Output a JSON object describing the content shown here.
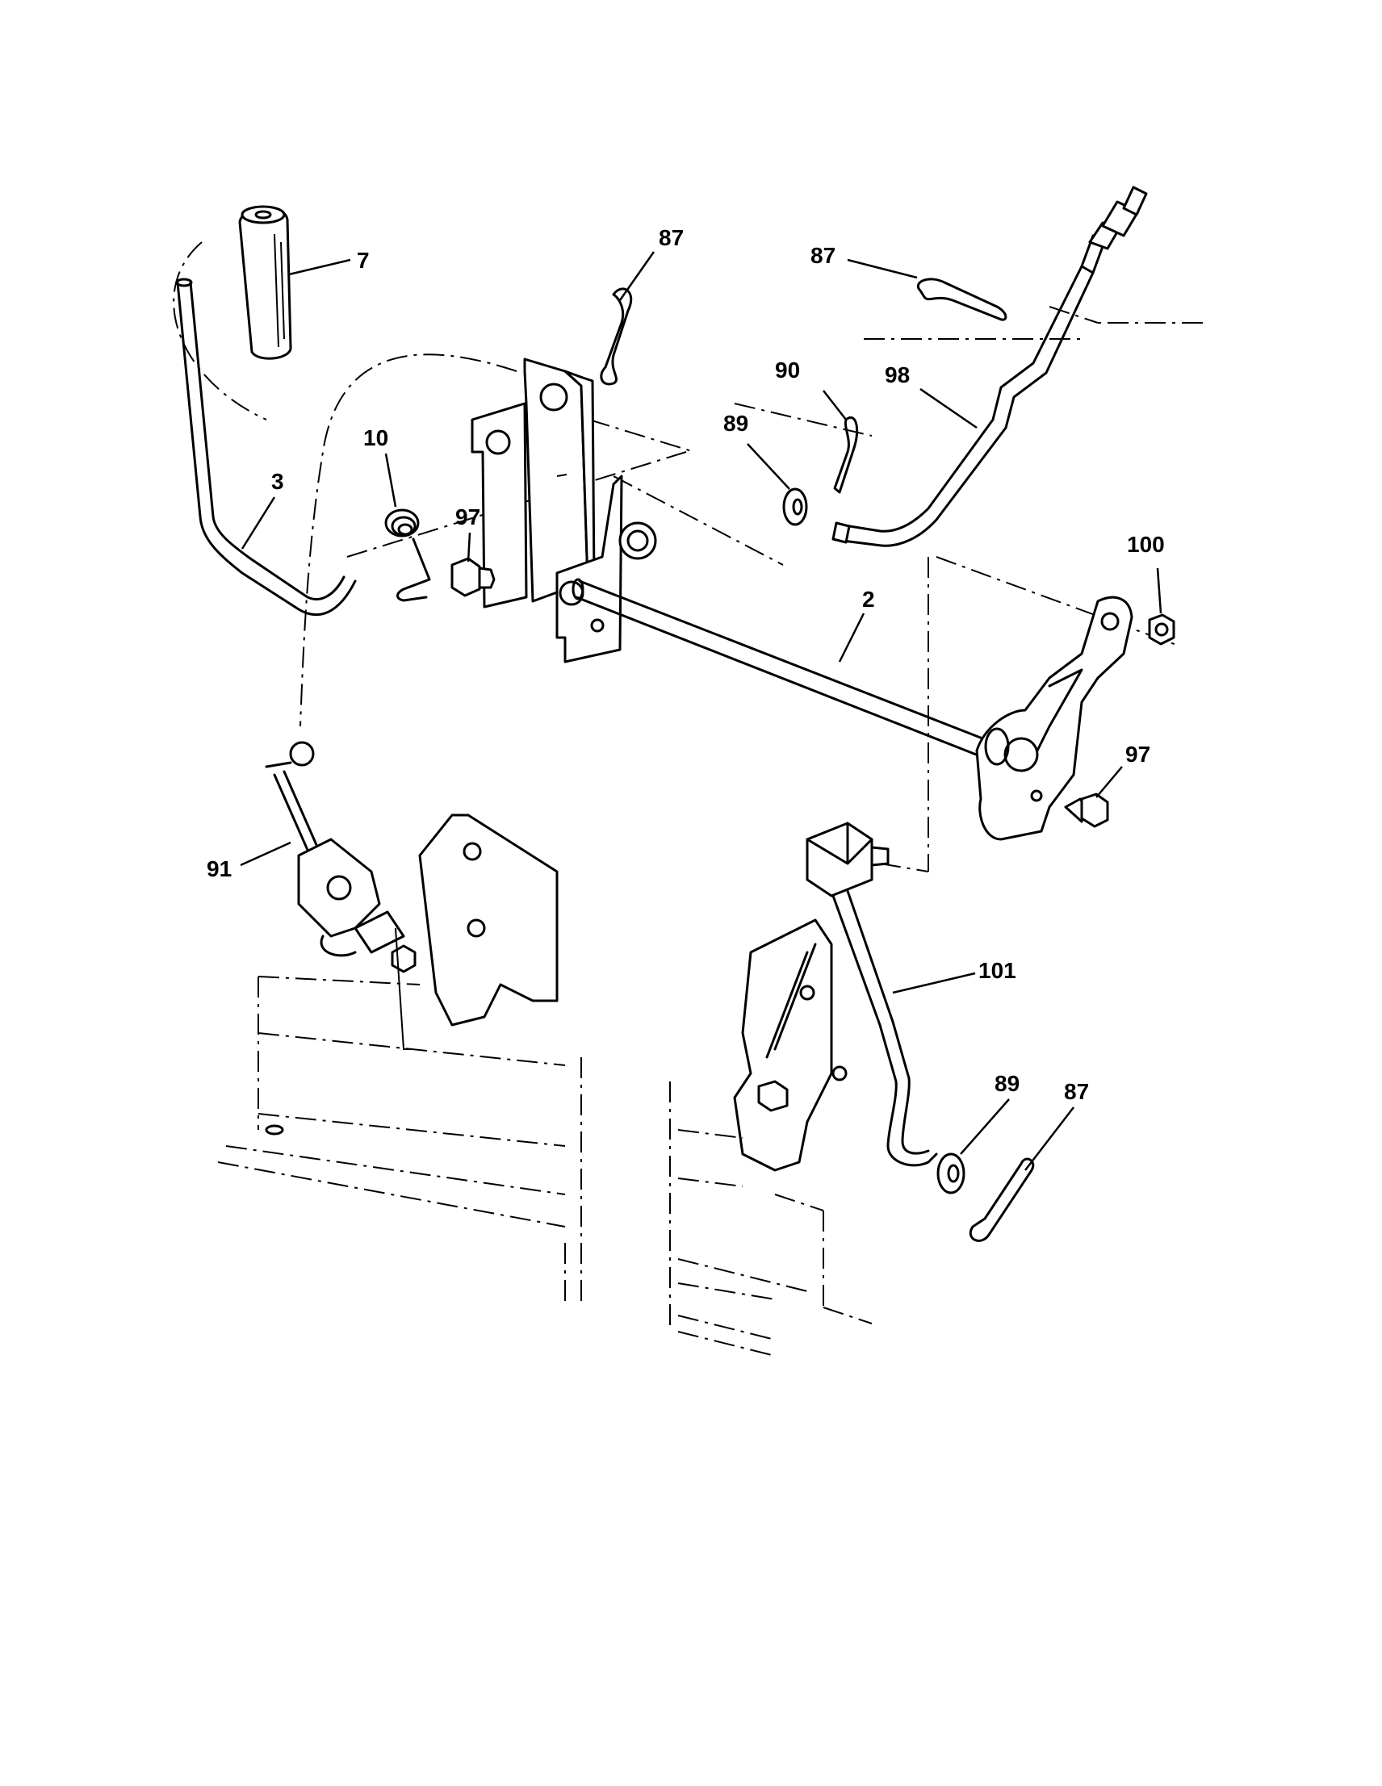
{
  "callouts": {
    "c7": "7",
    "c3": "3",
    "c10": "10",
    "c87a": "87",
    "c87b": "87",
    "c90": "90",
    "c98": "98",
    "c89a": "89",
    "c97a": "97",
    "c100": "100",
    "c2": "2",
    "c97b": "97",
    "c91": "91",
    "c101": "101",
    "c89b": "89",
    "c87c": "87"
  }
}
